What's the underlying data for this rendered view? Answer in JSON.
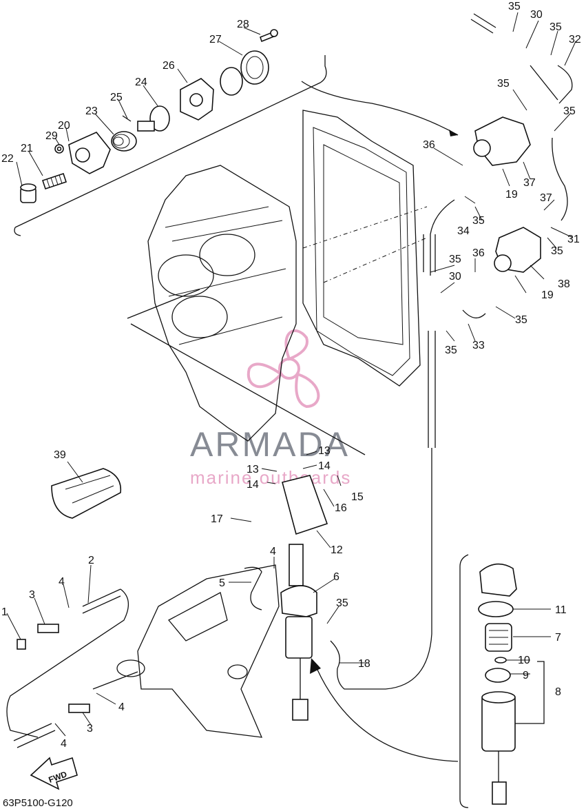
{
  "diagram": {
    "code": "63P5100-G120",
    "fwd_label": "FWD",
    "watermark": {
      "brand": "ARMADA",
      "tagline": "marine outboards",
      "color": "#e8a8c8"
    },
    "callouts": [
      "1",
      "2",
      "3",
      "3",
      "4",
      "4",
      "4",
      "4",
      "5",
      "6",
      "7",
      "8",
      "9",
      "10",
      "11",
      "12",
      "13",
      "13",
      "14",
      "14",
      "15",
      "16",
      "17",
      "18",
      "19",
      "19",
      "20",
      "21",
      "22",
      "23",
      "24",
      "25",
      "26",
      "27",
      "28",
      "29",
      "30",
      "30",
      "31",
      "32",
      "33",
      "34",
      "35",
      "35",
      "35",
      "35",
      "35",
      "35",
      "35",
      "35",
      "35",
      "35",
      "36",
      "36",
      "37",
      "37",
      "38",
      "39"
    ]
  }
}
